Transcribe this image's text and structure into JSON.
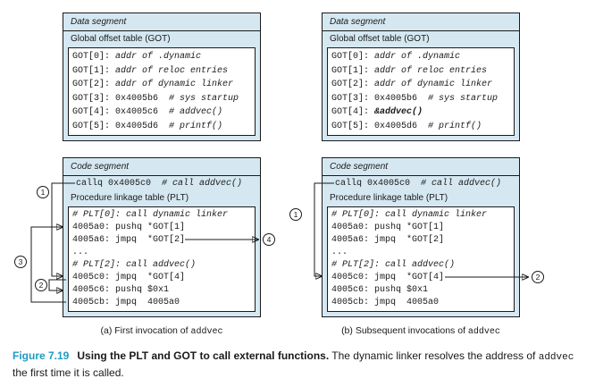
{
  "colors": {
    "box_fill": "#d5e8f2",
    "caption_accent": "#1f9ac4",
    "line": "#1a1a1a"
  },
  "panels": [
    {
      "data_segment": {
        "title": "Data segment",
        "subtitle": "Global offset table (GOT)",
        "rows": [
          {
            "pre": "GOT[0]: ",
            "it": "addr of .dynamic"
          },
          {
            "pre": "GOT[1]: ",
            "it": "addr of reloc entries"
          },
          {
            "pre": "GOT[2]: ",
            "it": "addr of dynamic linker"
          },
          {
            "pre": "GOT[3]: 0x4005b6  ",
            "it": "# sys startup"
          },
          {
            "pre": "GOT[4]: 0x4005c6  ",
            "it": "# addvec()"
          },
          {
            "pre": "GOT[5]: 0x4005d6  ",
            "it": "# printf()"
          }
        ]
      },
      "code_segment": {
        "title": "Code segment",
        "call_pre": "callq 0x4005c0  ",
        "call_it": "# call addvec()",
        "subtitle": "Procedure linkage table (PLT)",
        "rows": [
          {
            "pre": "",
            "it": "# PLT[0]: call dynamic linker"
          },
          {
            "pre": "4005a0: pushq *GOT[1]",
            "it": ""
          },
          {
            "pre": "4005a6: jmpq  *GOT[2]",
            "it": ""
          },
          {
            "pre": "...",
            "it": ""
          },
          {
            "pre": "",
            "it": "# PLT[2]: call addvec()"
          },
          {
            "pre": "4005c0: jmpq  *GOT[4]",
            "it": ""
          },
          {
            "pre": "4005c6: pushq $0x1",
            "it": ""
          },
          {
            "pre": "4005cb: jmpq  4005a0",
            "it": ""
          }
        ]
      },
      "caption_pre": "(a) First invocation of ",
      "caption_mono": "addvec",
      "steps": [
        "1",
        "2",
        "3",
        "4"
      ]
    },
    {
      "data_segment": {
        "title": "Data segment",
        "subtitle": "Global offset table (GOT)",
        "rows": [
          {
            "pre": "GOT[0]: ",
            "it": "addr of .dynamic"
          },
          {
            "pre": "GOT[1]: ",
            "it": "addr of reloc entries"
          },
          {
            "pre": "GOT[2]: ",
            "it": "addr of dynamic linker"
          },
          {
            "pre": "GOT[3]: 0x4005b6  ",
            "it": "# sys startup"
          },
          {
            "pre": "GOT[4]: ",
            "it": "&addvec()",
            "bold": true
          },
          {
            "pre": "GOT[5]: 0x4005d6  ",
            "it": "# printf()"
          }
        ]
      },
      "code_segment": {
        "title": "Code segment",
        "call_pre": "callq 0x4005c0  ",
        "call_it": "# call addvec()",
        "subtitle": "Procedure linkage table (PLT)",
        "rows": [
          {
            "pre": "",
            "it": "# PLT[0]: call dynamic linker"
          },
          {
            "pre": "4005a0: pushq *GOT[1]",
            "it": ""
          },
          {
            "pre": "4005a6: jmpq  *GOT[2]",
            "it": ""
          },
          {
            "pre": "...",
            "it": ""
          },
          {
            "pre": "",
            "it": "# PLT[2]: call addvec()"
          },
          {
            "pre": "4005c0: jmpq  *GOT[4]",
            "it": ""
          },
          {
            "pre": "4005c6: pushq $0x1",
            "it": ""
          },
          {
            "pre": "4005cb: jmpq  4005a0",
            "it": ""
          }
        ]
      },
      "caption_pre": "(b) Subsequent invocations of ",
      "caption_mono": "addvec",
      "steps": [
        "1",
        "2"
      ]
    }
  ],
  "figure_caption": {
    "label": "Figure 7.19",
    "title": "Using the PLT and GOT to call external functions.",
    "body_1": " The dynamic linker resolves the address of ",
    "body_mono": "addvec",
    "body_2": " the first time it is called."
  }
}
